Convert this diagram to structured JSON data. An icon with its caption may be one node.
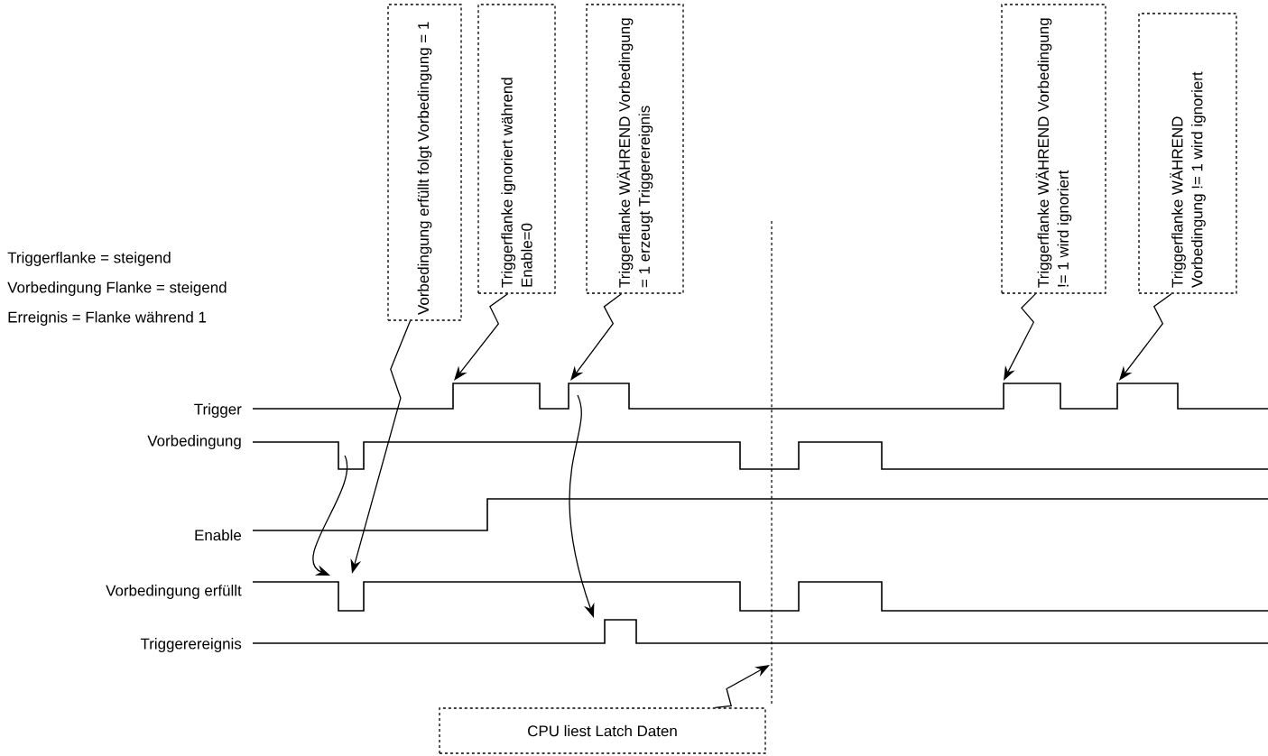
{
  "diagram": {
    "nodes": [
      {
        "text": [
          "Vorbedingung erfüllt folgt Vorbedingung = 1"
        ]
      },
      {
        "text": [
          "Triggerflanke ignoriert während Enable=0"
        ]
      },
      {
        "text": [
          "Triggerflanke WÄHREND Vorbedingung = 1 erzeugt Triggerereignis"
        ]
      },
      {
        "text": [
          "Triggerflanke WÄHREND Vorbedingung != 1 wird ignoriert"
        ]
      },
      {
        "text": [
          "Triggerflanke WÄHREND Vorbedingung != 1 wird ignoriert"
        ]
      },
      {
        "text": [
          "CPU liest Latch Daten"
        ]
      }
    ],
    "edges": [
      {
        "from": 0,
        "to": null,
        "arrow": "to"
      },
      {
        "from": 1,
        "to": null,
        "arrow": "to"
      },
      {
        "from": 2,
        "to": null,
        "arrow": "to"
      },
      {
        "from": 3,
        "to": null,
        "arrow": "to"
      },
      {
        "from": 4,
        "to": null,
        "arrow": "to"
      },
      {
        "from": 5,
        "to": null,
        "arrow": "to"
      }
    ],
    "labels": [
      "Triggerflanke = steigend",
      "Vorbedingung Flanke = steigend",
      "Erreignis = Flanke während 1",
      "Trigger",
      "Vorbedingung",
      "Enable",
      "Vorbedingung erfüllt",
      "Triggerereignis"
    ]
  }
}
